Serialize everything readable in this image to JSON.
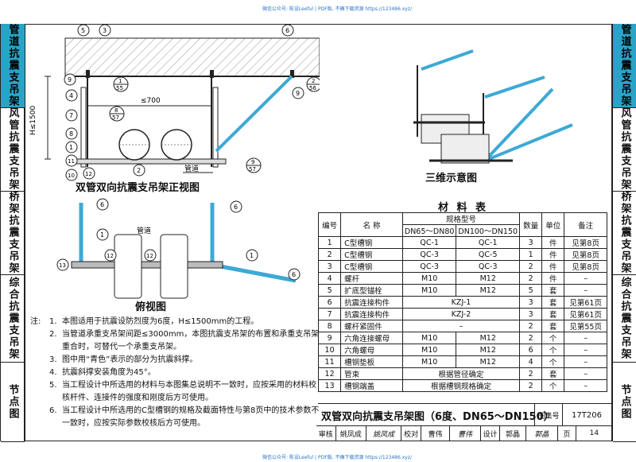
{
  "header": {
    "top_text": "微信公众号: 陈设Leeful | PDF版, 不确下载资源 https://123486.xyz/",
    "bottom_text": "微信公众号: 陈设Leeful | PDF版, 不确下载资源 https://123486.xyz/"
  },
  "sidebar_left": [
    {
      "label": "管道抗震支吊架",
      "active": true
    },
    {
      "label": "风管抗震支吊架",
      "active": false
    },
    {
      "label": "桥架抗震支吊架",
      "active": false
    },
    {
      "label": "综合抗震支吊架",
      "active": false
    },
    {
      "label": "节点图",
      "active": false
    }
  ],
  "sidebar_right": [
    {
      "label": "管道抗震支吊架",
      "active": true
    },
    {
      "label": "风管抗震支吊架",
      "active": false
    },
    {
      "label": "桥架抗震支吊架",
      "active": false
    },
    {
      "label": "综合抗震支吊架",
      "active": false
    },
    {
      "label": "节点图",
      "active": false
    }
  ],
  "drawings": {
    "front_view_caption": "双管双向抗震支吊架正视图",
    "top_view_caption": "俯视图",
    "iso_caption": "三维示意图",
    "dim_h": "H≤1500",
    "dim_w": "≤700",
    "pipe_label": "管道",
    "pipe_label_2": "管道",
    "callouts_front": [
      {
        "n": "5"
      },
      {
        "n": "3"
      },
      {
        "n": "9"
      },
      {
        "n": "4"
      },
      {
        "n": "7"
      },
      {
        "n": "8"
      },
      {
        "n": "1"
      },
      {
        "n": "11"
      },
      {
        "n": "10"
      },
      {
        "n": "12"
      },
      {
        "n": "2"
      },
      {
        "n": "6"
      },
      {
        "n": "9"
      }
    ],
    "ref_labels": [
      {
        "top": "1",
        "bottom": "55"
      },
      {
        "top": "2",
        "bottom": "56"
      },
      {
        "top": "8",
        "bottom": "57"
      },
      {
        "top": "9",
        "bottom": "57"
      }
    ],
    "callouts_top": [
      {
        "n": "6"
      },
      {
        "n": "1"
      },
      {
        "n": "12"
      },
      {
        "n": "12"
      },
      {
        "n": "13"
      },
      {
        "n": "1"
      },
      {
        "n": "6"
      }
    ]
  },
  "notes": {
    "prefix": "注:",
    "items": [
      {
        "n": "1.",
        "text": "本图适用于抗震设防烈度为6度，H≤1500mm的工程。"
      },
      {
        "n": "2.",
        "text": "当管道承重支吊架间距≤3000mm，本图抗震支吊架的布置和承重支吊架重合时，可替代一个承重支吊架。"
      },
      {
        "n": "3.",
        "text": "图中用“青色”表示的部分为抗震斜撑。"
      },
      {
        "n": "4.",
        "text": "抗震斜撑安装角度为45°。"
      },
      {
        "n": "5.",
        "text": "当工程设计中所选用的材料与本图集总说明不一致时，应按采用的材料校核杆件、连接件的强度和刚度后方可使用。"
      },
      {
        "n": "6.",
        "text": "当工程设计中所选用的C型槽钢的规格及截面特性与第8页中的技术参数不一致时，应按实际参数校核后方可使用。"
      }
    ]
  },
  "material_table": {
    "title": "材 料 表",
    "headers": {
      "no": "编号",
      "name": "名 称",
      "spec": "规格型号",
      "spec_a": "DN65～DN80",
      "spec_b": "DN100～DN150",
      "qty": "数量",
      "unit": "单位",
      "remark": "备注"
    },
    "rows": [
      {
        "no": "1",
        "name": "C型槽钢",
        "a": "QC-1",
        "b": "QC-1",
        "qty": "3",
        "unit": "件",
        "remark": "见第8页"
      },
      {
        "no": "2",
        "name": "C型槽钢",
        "a": "QC-3",
        "b": "QC-5",
        "qty": "1",
        "unit": "件",
        "remark": "见第8页"
      },
      {
        "no": "3",
        "name": "C型槽钢",
        "a": "QC-3",
        "b": "QC-3",
        "qty": "2",
        "unit": "件",
        "remark": "见第8页"
      },
      {
        "no": "4",
        "name": "螺杆",
        "a": "M10",
        "b": "M12",
        "qty": "2",
        "unit": "件",
        "remark": "–"
      },
      {
        "no": "5",
        "name": "扩底型锚栓",
        "a": "M10",
        "b": "M12",
        "qty": "5",
        "unit": "套",
        "remark": "–"
      },
      {
        "no": "6",
        "name": "抗震连接构件",
        "ab": "KZJ-1",
        "qty": "3",
        "unit": "套",
        "remark": "见第61页"
      },
      {
        "no": "7",
        "name": "抗震连接构件",
        "ab": "KZJ-2",
        "qty": "3",
        "unit": "套",
        "remark": "见第61页"
      },
      {
        "no": "8",
        "name": "螺杆紧固件",
        "ab": "–",
        "qty": "2",
        "unit": "套",
        "remark": "见第55页"
      },
      {
        "no": "9",
        "name": "六角连接螺母",
        "a": "M10",
        "b": "M12",
        "qty": "2",
        "unit": "个",
        "remark": "–"
      },
      {
        "no": "10",
        "name": "六角螺母",
        "a": "M10",
        "b": "M12",
        "qty": "6",
        "unit": "个",
        "remark": "–"
      },
      {
        "no": "11",
        "name": "槽钢垫板",
        "a": "M10",
        "b": "M12",
        "qty": "4",
        "unit": "个",
        "remark": "–"
      },
      {
        "no": "12",
        "name": "管束",
        "ab": "根据管径确定",
        "qty": "2",
        "unit": "套",
        "remark": "–"
      },
      {
        "no": "13",
        "name": "槽钢端盖",
        "ab": "根据槽钢规格确定",
        "qty": "2",
        "unit": "个",
        "remark": "–"
      }
    ]
  },
  "title_block": {
    "title": "双管双向抗震支吊架图（6度、DN65～DN150）",
    "atlas_label": "图集号",
    "atlas_value": "17T206",
    "review_label": "审核",
    "review_name": "姚凤成",
    "review_sig": "姚凤成",
    "check_label": "校对",
    "check_name": "曹伟",
    "check_sig": "曹伟",
    "design_label": "设计",
    "design_name": "郭晶",
    "design_sig": "郭晶",
    "page_label": "页",
    "page_value": "14"
  },
  "colors": {
    "accent": "#2aa3c9",
    "brace": "#3da9d6",
    "line": "#222222",
    "side_active": "#2aa3c9"
  }
}
